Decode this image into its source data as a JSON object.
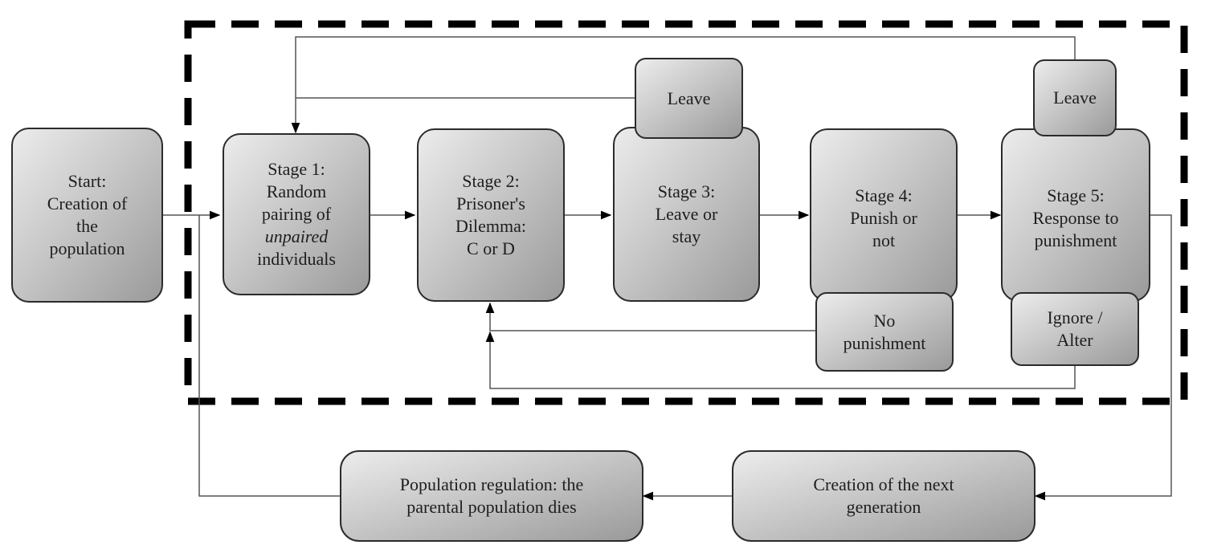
{
  "nodes": {
    "start": "Start:\nCreation of\nthe\npopulation",
    "stage1_a": "Stage 1:\nRandom\npairing of",
    "stage1_b": "unpaired",
    "stage1_c": "individuals",
    "stage2": "Stage 2:\nPrisoner's\nDilemma:\nC or D",
    "stage3": "Stage 3:\nLeave or\nstay",
    "stage4": "Stage 4:\nPunish or\nnot",
    "stage5": "Stage 5:\nResponse to\npunishment",
    "leave3": "Leave",
    "leave5": "Leave",
    "no_punishment": "No\npunishment",
    "ignore_alter": "Ignore /\nAlter",
    "next_generation": "Creation of the next\ngeneration",
    "regulation": "Population regulation: the\nparental population dies"
  }
}
